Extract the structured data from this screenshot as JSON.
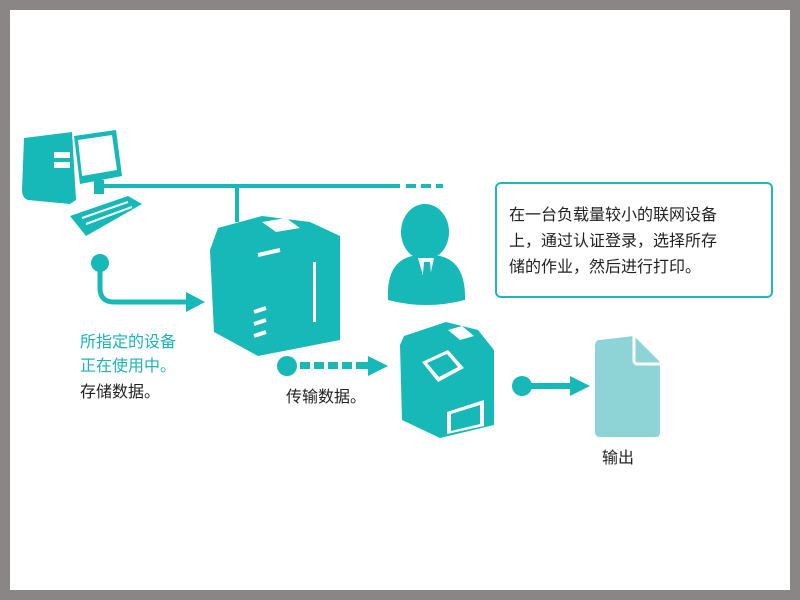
{
  "colors": {
    "accent": "#16b8b8",
    "document": "#8ed3d6",
    "frame": "#8a8686"
  },
  "labels": {
    "designated_line1": "所指定的设备",
    "designated_line2": "正在使用中。",
    "store_data": "存储数据。",
    "transfer_data": "传输数据。",
    "output": "输出"
  },
  "note": {
    "lines": [
      "在一台负载量较小的联网设备",
      "上，通过认证登录，选择所存",
      "储的作业，然后进行打印。"
    ]
  }
}
